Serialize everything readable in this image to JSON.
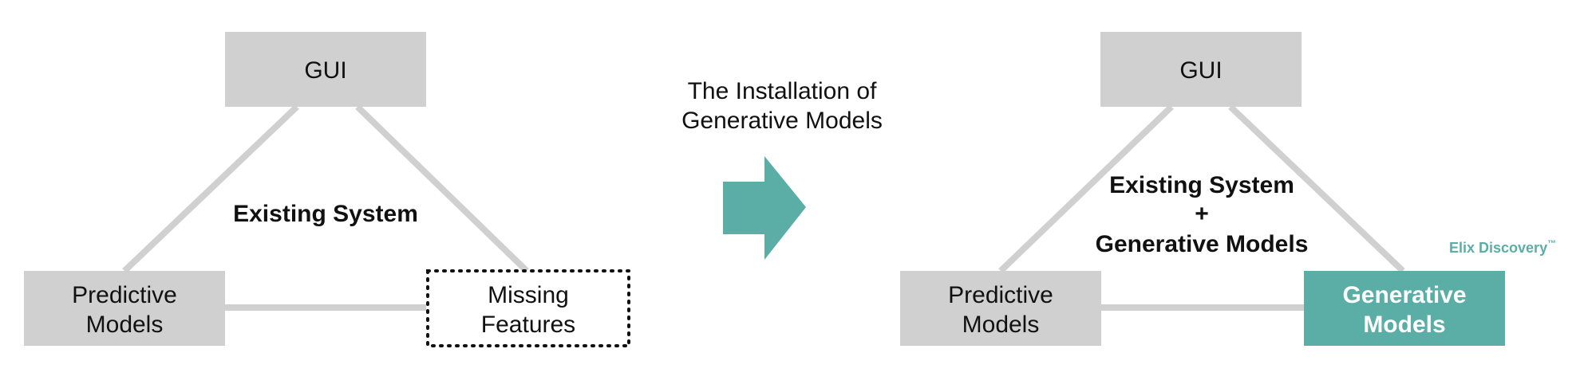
{
  "colors": {
    "box_gray": "#d0d0d0",
    "line_gray": "#d0d0d0",
    "accent_teal": "#5aaea6",
    "text": "#111111",
    "white": "#ffffff"
  },
  "before": {
    "top_box": "GUI",
    "center_label": "Existing System",
    "left_box_line1": "Predictive",
    "left_box_line2": "Models",
    "right_box_line1": "Missing",
    "right_box_line2": "Features"
  },
  "transition": {
    "caption_line1": "The Installation of",
    "caption_line2": "Generative Models",
    "arrow_icon": "right-arrow-icon"
  },
  "after": {
    "top_box": "GUI",
    "center_line1": "Existing System",
    "center_line2": "+",
    "center_line3": "Generative Models",
    "left_box_line1": "Predictive",
    "left_box_line2": "Models",
    "right_box_line1": "Generative",
    "right_box_line2": "Models",
    "brand_label": "Elix Discovery",
    "brand_mark": "™"
  }
}
